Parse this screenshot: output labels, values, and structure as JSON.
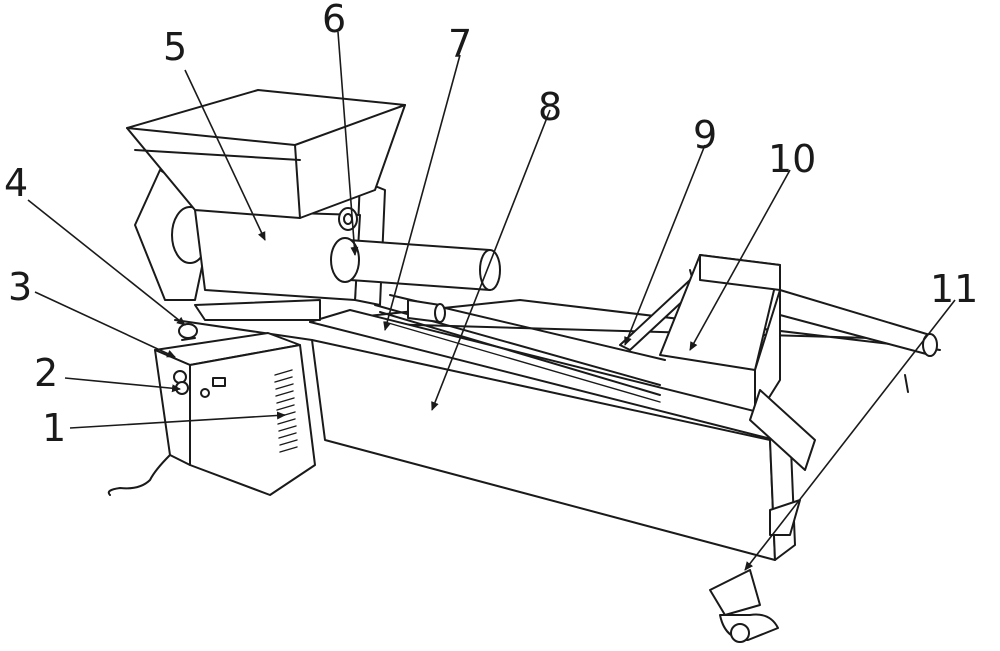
{
  "callouts": [
    {
      "id": "1",
      "label": "1"
    },
    {
      "id": "2",
      "label": "2"
    },
    {
      "id": "3",
      "label": "3"
    },
    {
      "id": "4",
      "label": "4"
    },
    {
      "id": "5",
      "label": "5"
    },
    {
      "id": "6",
      "label": "6"
    },
    {
      "id": "7",
      "label": "7"
    },
    {
      "id": "8",
      "label": "8"
    },
    {
      "id": "9",
      "label": "9"
    },
    {
      "id": "10",
      "label": "10"
    },
    {
      "id": "11",
      "label": "11"
    }
  ],
  "colors": {
    "ink": "#1a1a1a",
    "paper": "#ffffff"
  }
}
